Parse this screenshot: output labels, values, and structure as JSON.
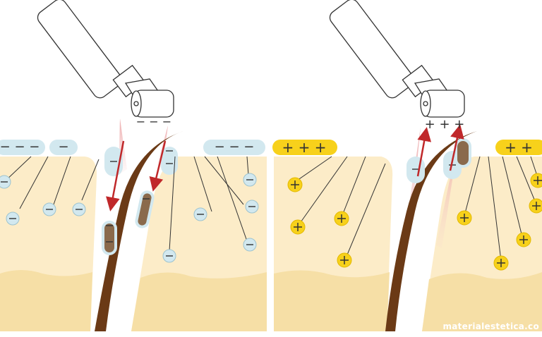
{
  "diagram": {
    "panels": [
      {
        "name": "left",
        "charge_symbol": "−",
        "top_bubbles": [
          "− − −",
          "−",
          "− − −"
        ],
        "roller_marks": "− − −"
      },
      {
        "name": "right",
        "charge_symbol": "+",
        "top_bubbles": [
          "+ + +",
          "+ +"
        ],
        "roller_marks": "+ + +"
      }
    ]
  },
  "colors": {
    "skin_upper": "#fcecc8",
    "skin_lower": "#f6dfa6",
    "negative_ion": "#d2e8ef",
    "negative_border": "#9dc3cf",
    "positive_ion": "#f7d11b",
    "hair": "#6b3a16",
    "arrow": "#c0282a"
  },
  "watermark": "materialestetica.co"
}
